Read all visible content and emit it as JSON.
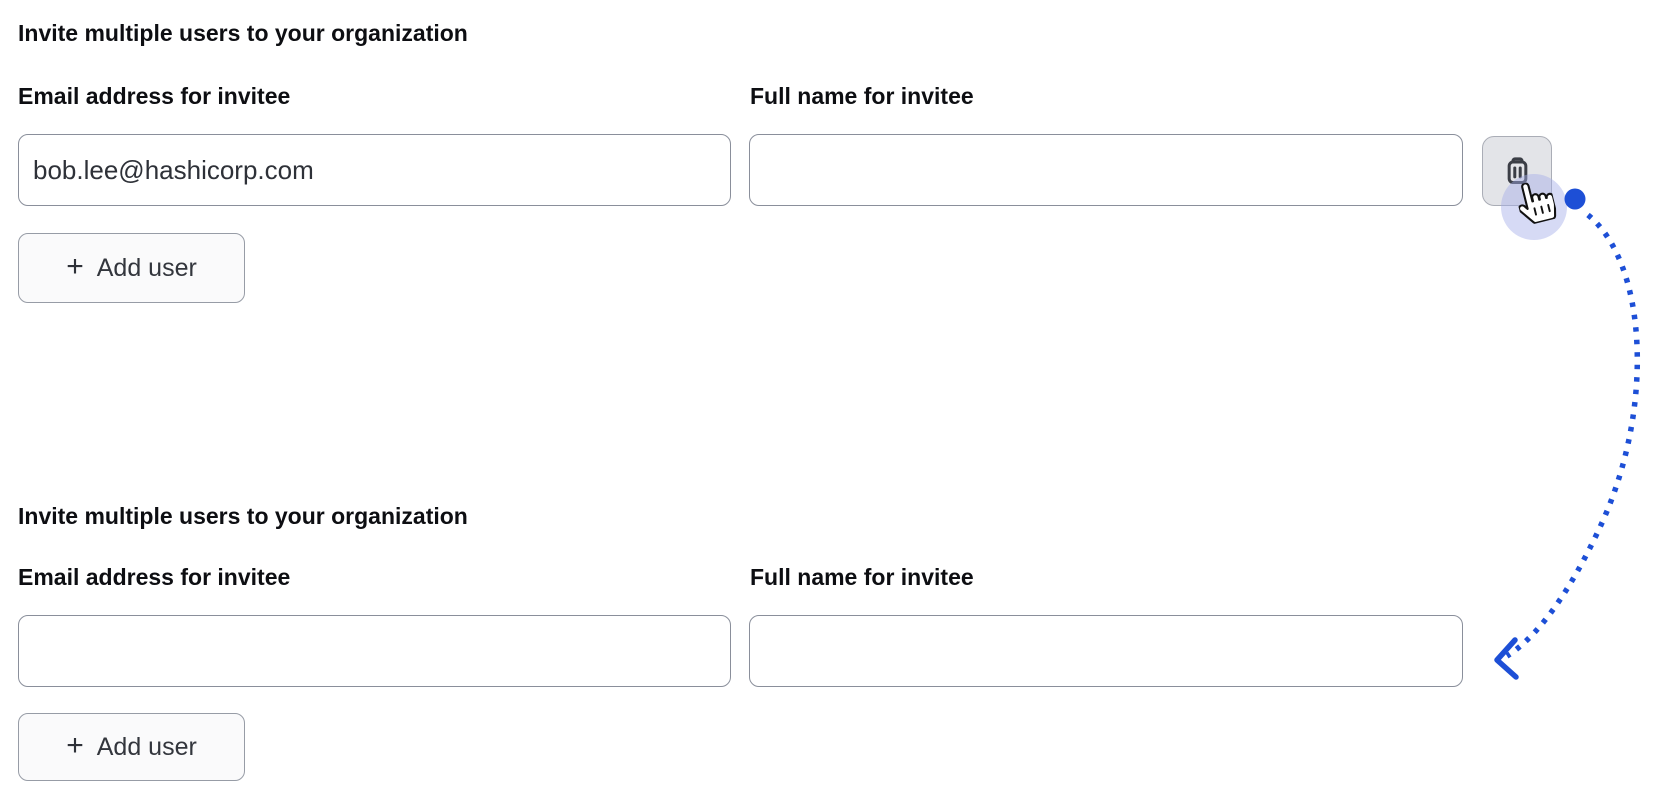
{
  "colors": {
    "accent_blue": "#1d4fd6",
    "text_strong": "#0d0e12",
    "input_border": "#8a8f9b",
    "add_button_bg": "#fafafb",
    "trash_button_bg": "#e3e4e8",
    "trash_icon": "#3b3e46",
    "click_highlight": "#a3ade9"
  },
  "sections": [
    {
      "heading": "Invite multiple users to your organization",
      "email_label": "Email address for invitee",
      "name_label": "Full name for invitee",
      "email_value": "bob.lee@hashicorp.com",
      "name_value": "",
      "add_user": {
        "plus": "+",
        "label": "Add user"
      }
    },
    {
      "heading": "Invite multiple users to your organization",
      "email_label": "Email address for invitee",
      "name_label": "Full name for invitee",
      "email_value": "",
      "name_value": "",
      "add_user": {
        "plus": "+",
        "label": "Add user"
      }
    }
  ],
  "annotation": {
    "icons": [
      "trash-icon",
      "hand-pointer-cursor-icon",
      "dotted-arrow-annotation"
    ],
    "arrow_color": "#1d4fd6"
  }
}
